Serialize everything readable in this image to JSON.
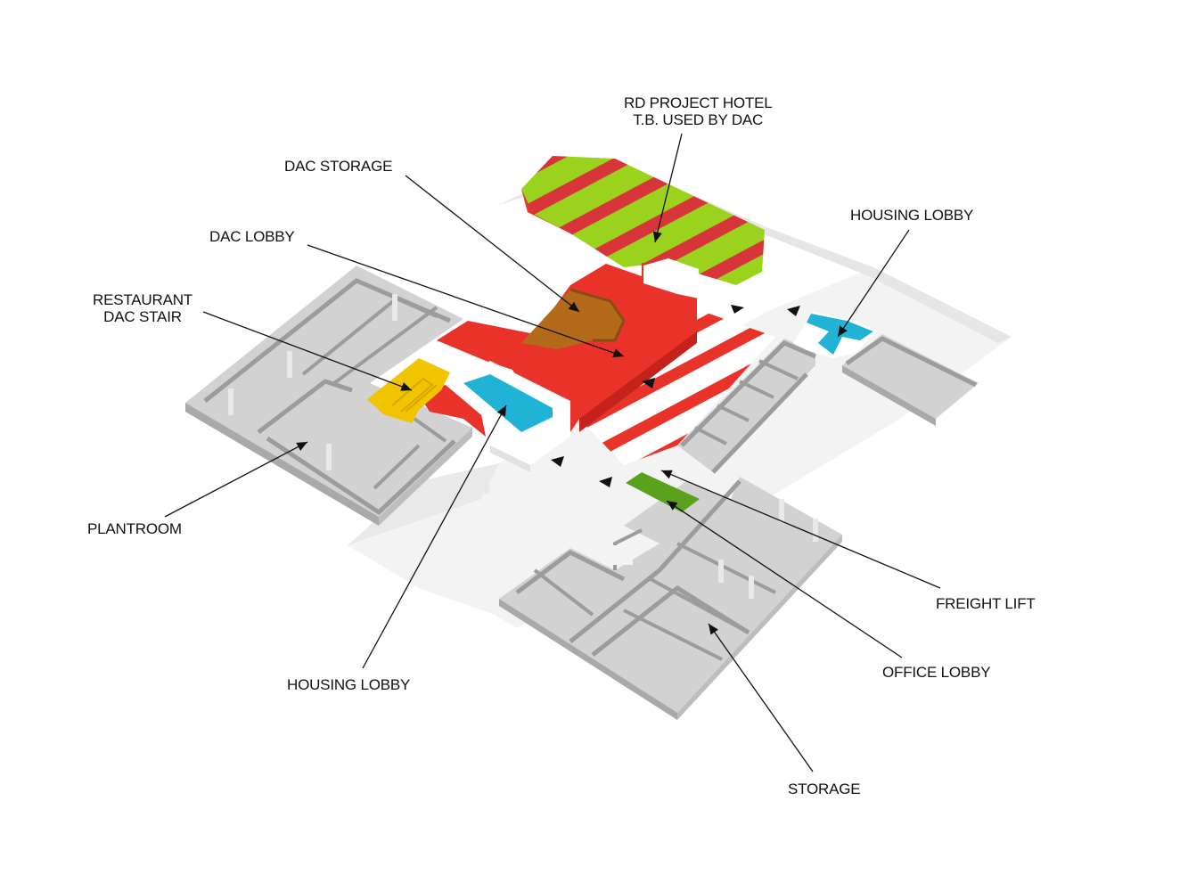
{
  "labels": {
    "rd_project_hotel": [
      "RD PROJECT HOTEL",
      "T.B. USED BY DAC"
    ],
    "dac_storage": "DAC STORAGE",
    "housing_lobby_right": "HOUSING LOBBY",
    "dac_lobby": "DAC LOBBY",
    "restaurant_dac_stair": [
      "RESTAURANT",
      "DAC STAIR"
    ],
    "plantroom": "PLANTROOM",
    "housing_lobby_left": "HOUSING LOBBY",
    "freight_lift": "FREIGHT LIFT",
    "office_lobby": "OFFICE LOBBY",
    "storage": "STORAGE"
  },
  "colors": {
    "dac_red": "#e8322a",
    "dac_storage_brown": "#b36a1a",
    "hotel_green": "#9bd21e",
    "housing_blue": "#21b3d6",
    "restaurant_yellow": "#f0c400",
    "freight_green": "#5aa21c",
    "grey_volume": "#c9c9c9",
    "walkway": "#f2f2f2"
  }
}
